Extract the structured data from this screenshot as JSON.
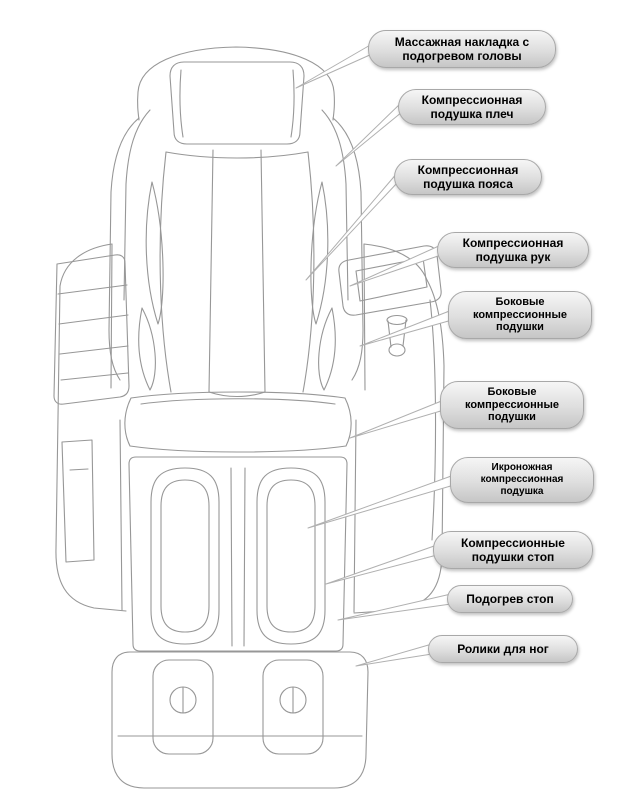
{
  "diagram": {
    "subject": "massage-chair-front-view",
    "labels": [
      {
        "text": "Массажная накладка с подогревом головы"
      },
      {
        "text": "Компрессионная подушка плеч"
      },
      {
        "text": "Компрессионная подушка пояса"
      },
      {
        "text": "Компрессионная подушка рук"
      },
      {
        "text": "Боковые компрессионные подушки"
      },
      {
        "text": "Боковые компрессионные подушки"
      },
      {
        "text": "Икроножная компрессионная подушка"
      },
      {
        "text": "Компрессионные подушки стоп"
      },
      {
        "text": "Подогрев стоп"
      },
      {
        "text": "Ролики для ног"
      }
    ],
    "colors": {
      "background": "#ffffff",
      "line_art": "#979797",
      "leader_line": "#b0b0b0",
      "label_border": "#a8a8a8",
      "label_gradient_top": "#f6f6f6",
      "label_gradient_bottom": "#c6c6c6",
      "label_text": "#000000"
    }
  }
}
